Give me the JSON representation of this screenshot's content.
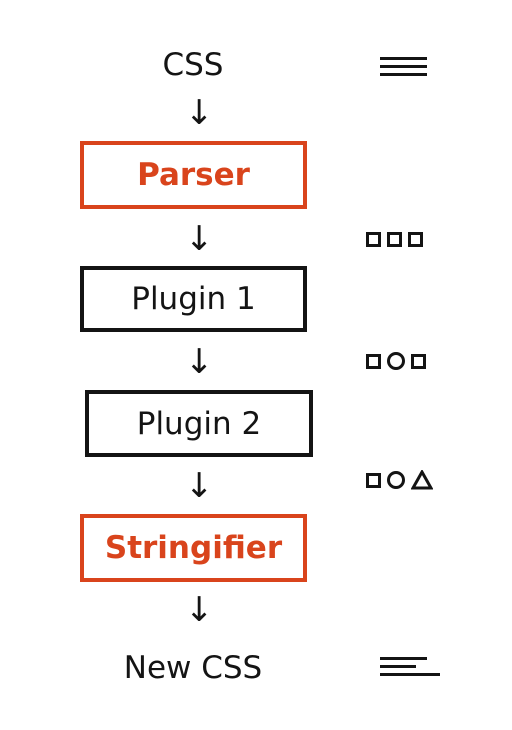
{
  "diagram": {
    "input_label": "CSS",
    "output_label": "New CSS",
    "stages": [
      {
        "label": "Parser",
        "accent": true
      },
      {
        "label": "Plugin 1",
        "accent": false
      },
      {
        "label": "Plugin 2",
        "accent": false
      },
      {
        "label": "Stringifier",
        "accent": true
      }
    ],
    "arrow_glyph": "↓",
    "accent_color": "#d9441c",
    "ink_color": "#141414",
    "icons": {
      "input": "text-lines-icon",
      "after_parser": [
        "square",
        "square",
        "square"
      ],
      "after_plugin1": [
        "square",
        "circle",
        "square"
      ],
      "after_plugin2": [
        "square",
        "circle",
        "triangle"
      ],
      "output": "text-lines-short-icon"
    }
  }
}
